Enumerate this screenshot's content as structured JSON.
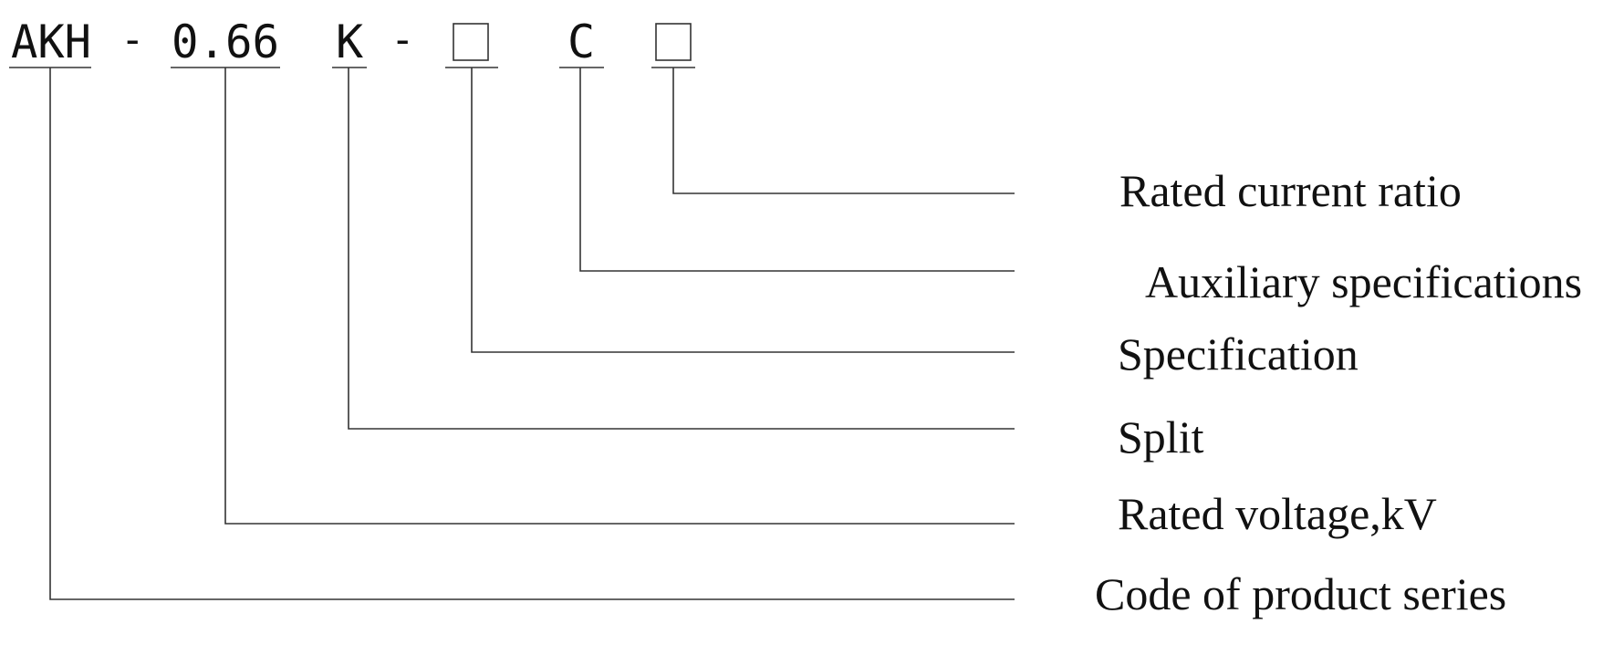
{
  "designation": {
    "series_code": "AKH",
    "separator_1": "-",
    "voltage": "0.66",
    "split_code": "K",
    "separator_2": "-",
    "specification_placeholder": "□",
    "auxiliary_code": "C",
    "ratio_placeholder": "□"
  },
  "labels": {
    "rated_current_ratio": "Rated current ratio",
    "auxiliary_specifications": "Auxiliary specifications",
    "specification": "Specification",
    "split": "Split",
    "rated_voltage": "Rated voltage,kV",
    "product_series_code": "Code of product series"
  }
}
